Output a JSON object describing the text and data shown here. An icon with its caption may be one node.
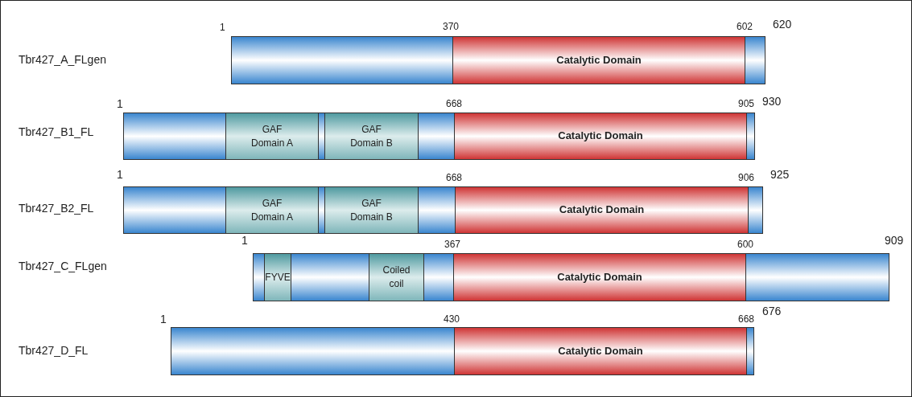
{
  "diagram": {
    "nodes": [
      {
        "text": [],
        "shape": "bar"
      },
      {
        "text": [
          "Catalytic Domain"
        ],
        "in": 0
      },
      {
        "text": [],
        "shape": "bar"
      },
      {
        "text": [
          "GAF Domain A"
        ],
        "in": 2
      },
      {
        "text": [
          "GAF Domain B"
        ],
        "in": 2
      },
      {
        "text": [
          "Catalytic Domain"
        ],
        "in": 2
      },
      {
        "text": [],
        "shape": "bar"
      },
      {
        "text": [
          "GAF Domain A"
        ],
        "in": 6
      },
      {
        "text": [
          "GAF Domain B"
        ],
        "in": 6
      },
      {
        "text": [
          "Catalytic Domain"
        ],
        "in": 6
      },
      {
        "text": [],
        "shape": "bar"
      },
      {
        "text": [
          "FYVE"
        ],
        "in": 10
      },
      {
        "text": [
          "Coiled coil"
        ],
        "in": 10
      },
      {
        "text": [
          "Catalytic Domain"
        ],
        "in": 10
      },
      {
        "text": [],
        "shape": "bar"
      },
      {
        "text": [
          "Catalytic Domain"
        ],
        "in": 14
      }
    ],
    "labels": [
      "1",
      "370",
      "602",
      "620",
      "Tbr427_A_FLgen",
      "1",
      "668",
      "905",
      "930",
      "Tbr427_B1_FL",
      "1",
      "668",
      "906",
      "925",
      "Tbr427_B2_FL",
      "1",
      "367",
      "600",
      "909",
      "Tbr427_C_FLgen",
      "1",
      "430",
      "668",
      "676",
      "Tbr427_D_FL"
    ]
  }
}
